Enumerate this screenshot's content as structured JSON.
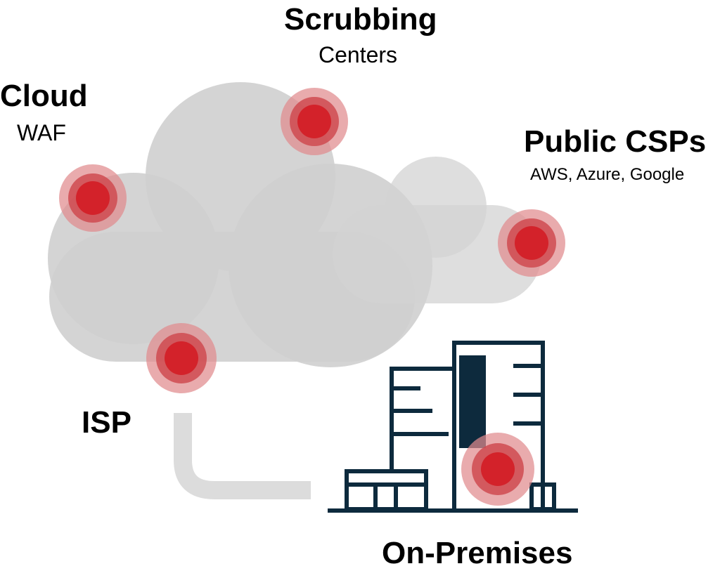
{
  "labels": {
    "scrubbing": {
      "title": "Scrubbing",
      "subtitle": "Centers"
    },
    "cloud": {
      "title": "Cloud",
      "subtitle": "WAF"
    },
    "csp": {
      "title": "Public CSPs",
      "subtitle": "AWS, Azure, Google"
    },
    "isp": {
      "title": "ISP"
    },
    "onprem": {
      "title": "On-Premises"
    }
  },
  "colors": {
    "cloud_fill": "#cfcfcf",
    "cloud_fill_small": "#d3d3d3",
    "pipe": "#dcdcdc",
    "building_stroke": "#0d2a3d",
    "marker_core": "#d3222a",
    "marker_mid": "#cf4a50",
    "marker_outer": "#e08a8e",
    "text": "#000000"
  },
  "icons": {
    "cloud": "cloud-shape",
    "building": "building-icon",
    "marker": "attack-point-icon"
  },
  "markers": [
    {
      "id": "scrubbing-centers"
    },
    {
      "id": "cloud-waf"
    },
    {
      "id": "public-csps"
    },
    {
      "id": "isp"
    },
    {
      "id": "on-premises"
    }
  ]
}
